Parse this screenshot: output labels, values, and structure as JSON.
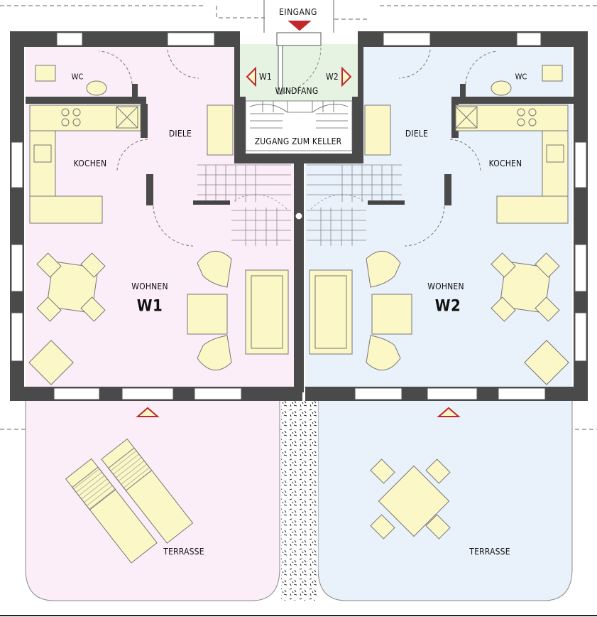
{
  "entrance": {
    "label": "EINGANG"
  },
  "windfang": {
    "label": "WINDFANG",
    "w1": "W1",
    "w2": "W2"
  },
  "stair": {
    "label": "ZUGANG ZUM KELLER"
  },
  "unit_left": {
    "name": "W1",
    "rooms": {
      "wc": "WC",
      "diele": "DIELE",
      "kochen": "KOCHEN",
      "wohnen": "WOHNEN",
      "terrasse": "TERRASSE"
    }
  },
  "unit_right": {
    "name": "W2",
    "rooms": {
      "wc": "WC",
      "diele": "DIELE",
      "kochen": "KOCHEN",
      "wohnen": "WOHNEN",
      "terrasse": "TERRASSE"
    }
  },
  "colors": {
    "left_fill": "#fbeef8",
    "right_fill": "#e9f1fb",
    "windfang_fill": "#e6f3e3",
    "wall": "#4a4a4a",
    "furniture": "#fbf7c6",
    "marker": "#c0282d"
  }
}
